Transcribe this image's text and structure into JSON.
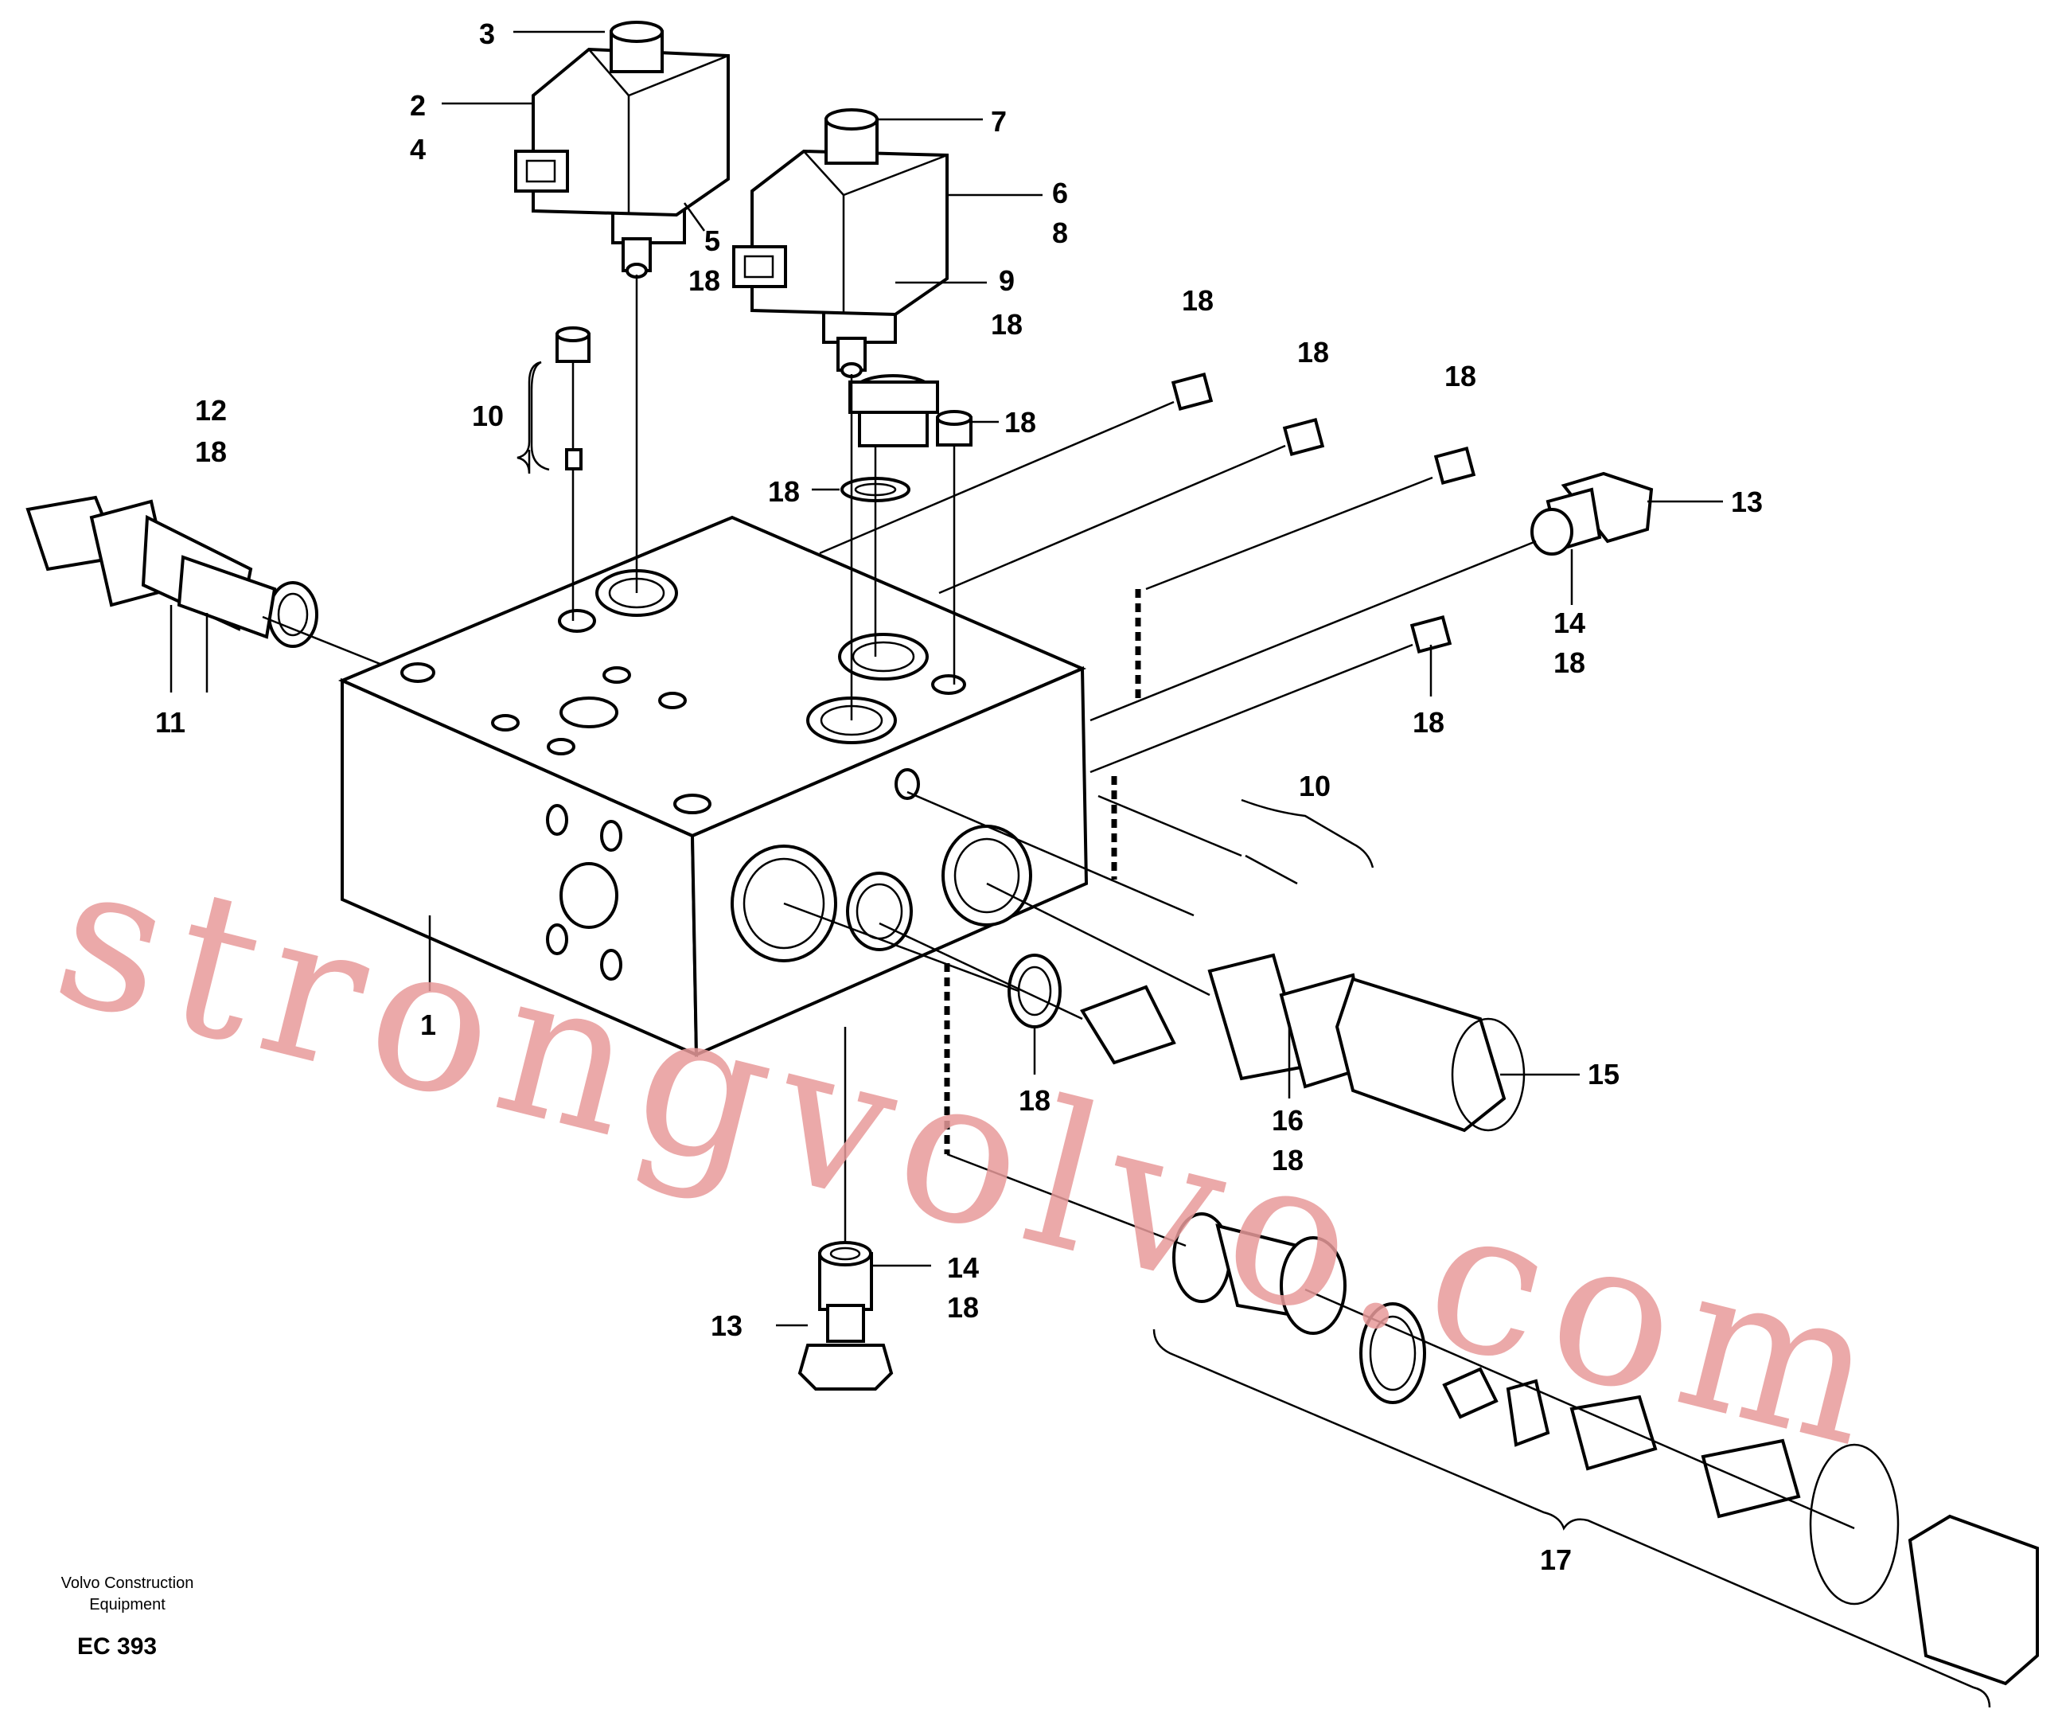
{
  "labels": {
    "l1": "1",
    "l2": "2",
    "l3": "3",
    "l4": "4",
    "l5": "5",
    "l6": "6",
    "l7": "7",
    "l8": "8",
    "l9": "9",
    "l10a": "10",
    "l10b": "10",
    "l11": "11",
    "l12": "12",
    "l13a": "13",
    "l13b": "13",
    "l14a": "14",
    "l14b": "14",
    "l15": "15",
    "l16": "16",
    "l17": "17",
    "l18": "18"
  },
  "footer": {
    "company_line1": "Volvo Construction",
    "company_line2": "Equipment",
    "code": "EC 393"
  },
  "watermark": "strongvolvo.com"
}
